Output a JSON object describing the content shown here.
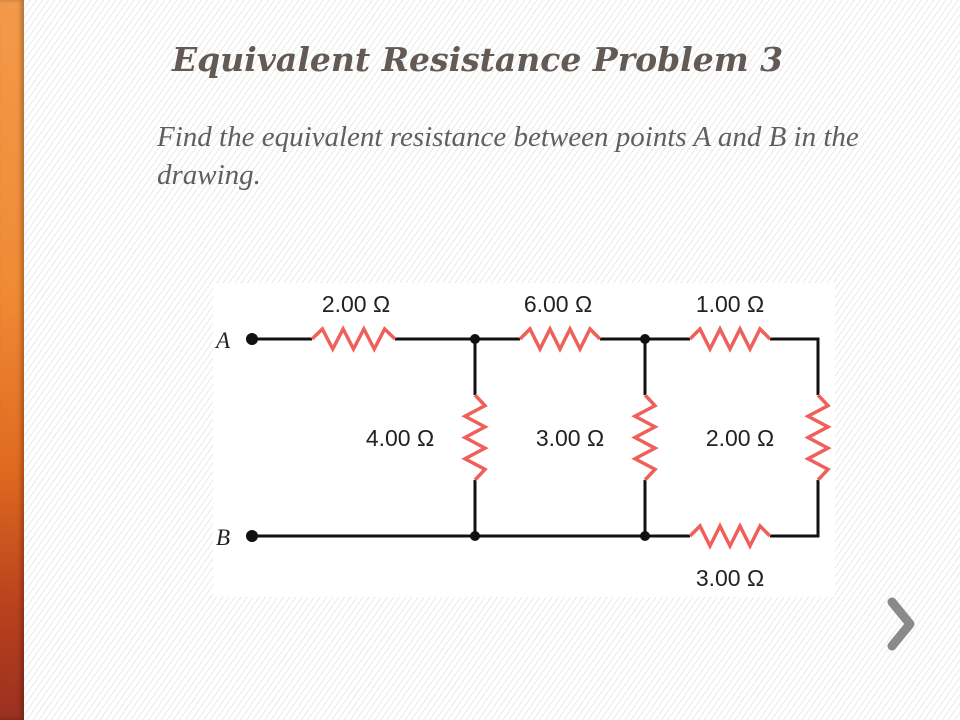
{
  "slide": {
    "title": "Equivalent Resistance Problem 3",
    "prompt": "Find the equivalent resistance between points A and B in the drawing."
  },
  "circuit": {
    "points": {
      "a": "A",
      "b": "B"
    },
    "resistors": {
      "top_left": "2.00 Ω",
      "top_middle": "6.00 Ω",
      "top_right": "1.00 Ω",
      "shunt_left": "4.00 Ω",
      "shunt_middle": "3.00 Ω",
      "shunt_right": "2.00 Ω",
      "bottom_right": "3.00 Ω"
    },
    "colors": {
      "resistor": "#f0605a",
      "wire": "#111111"
    }
  },
  "nav": {
    "next_icon": "chevron-right-icon"
  }
}
